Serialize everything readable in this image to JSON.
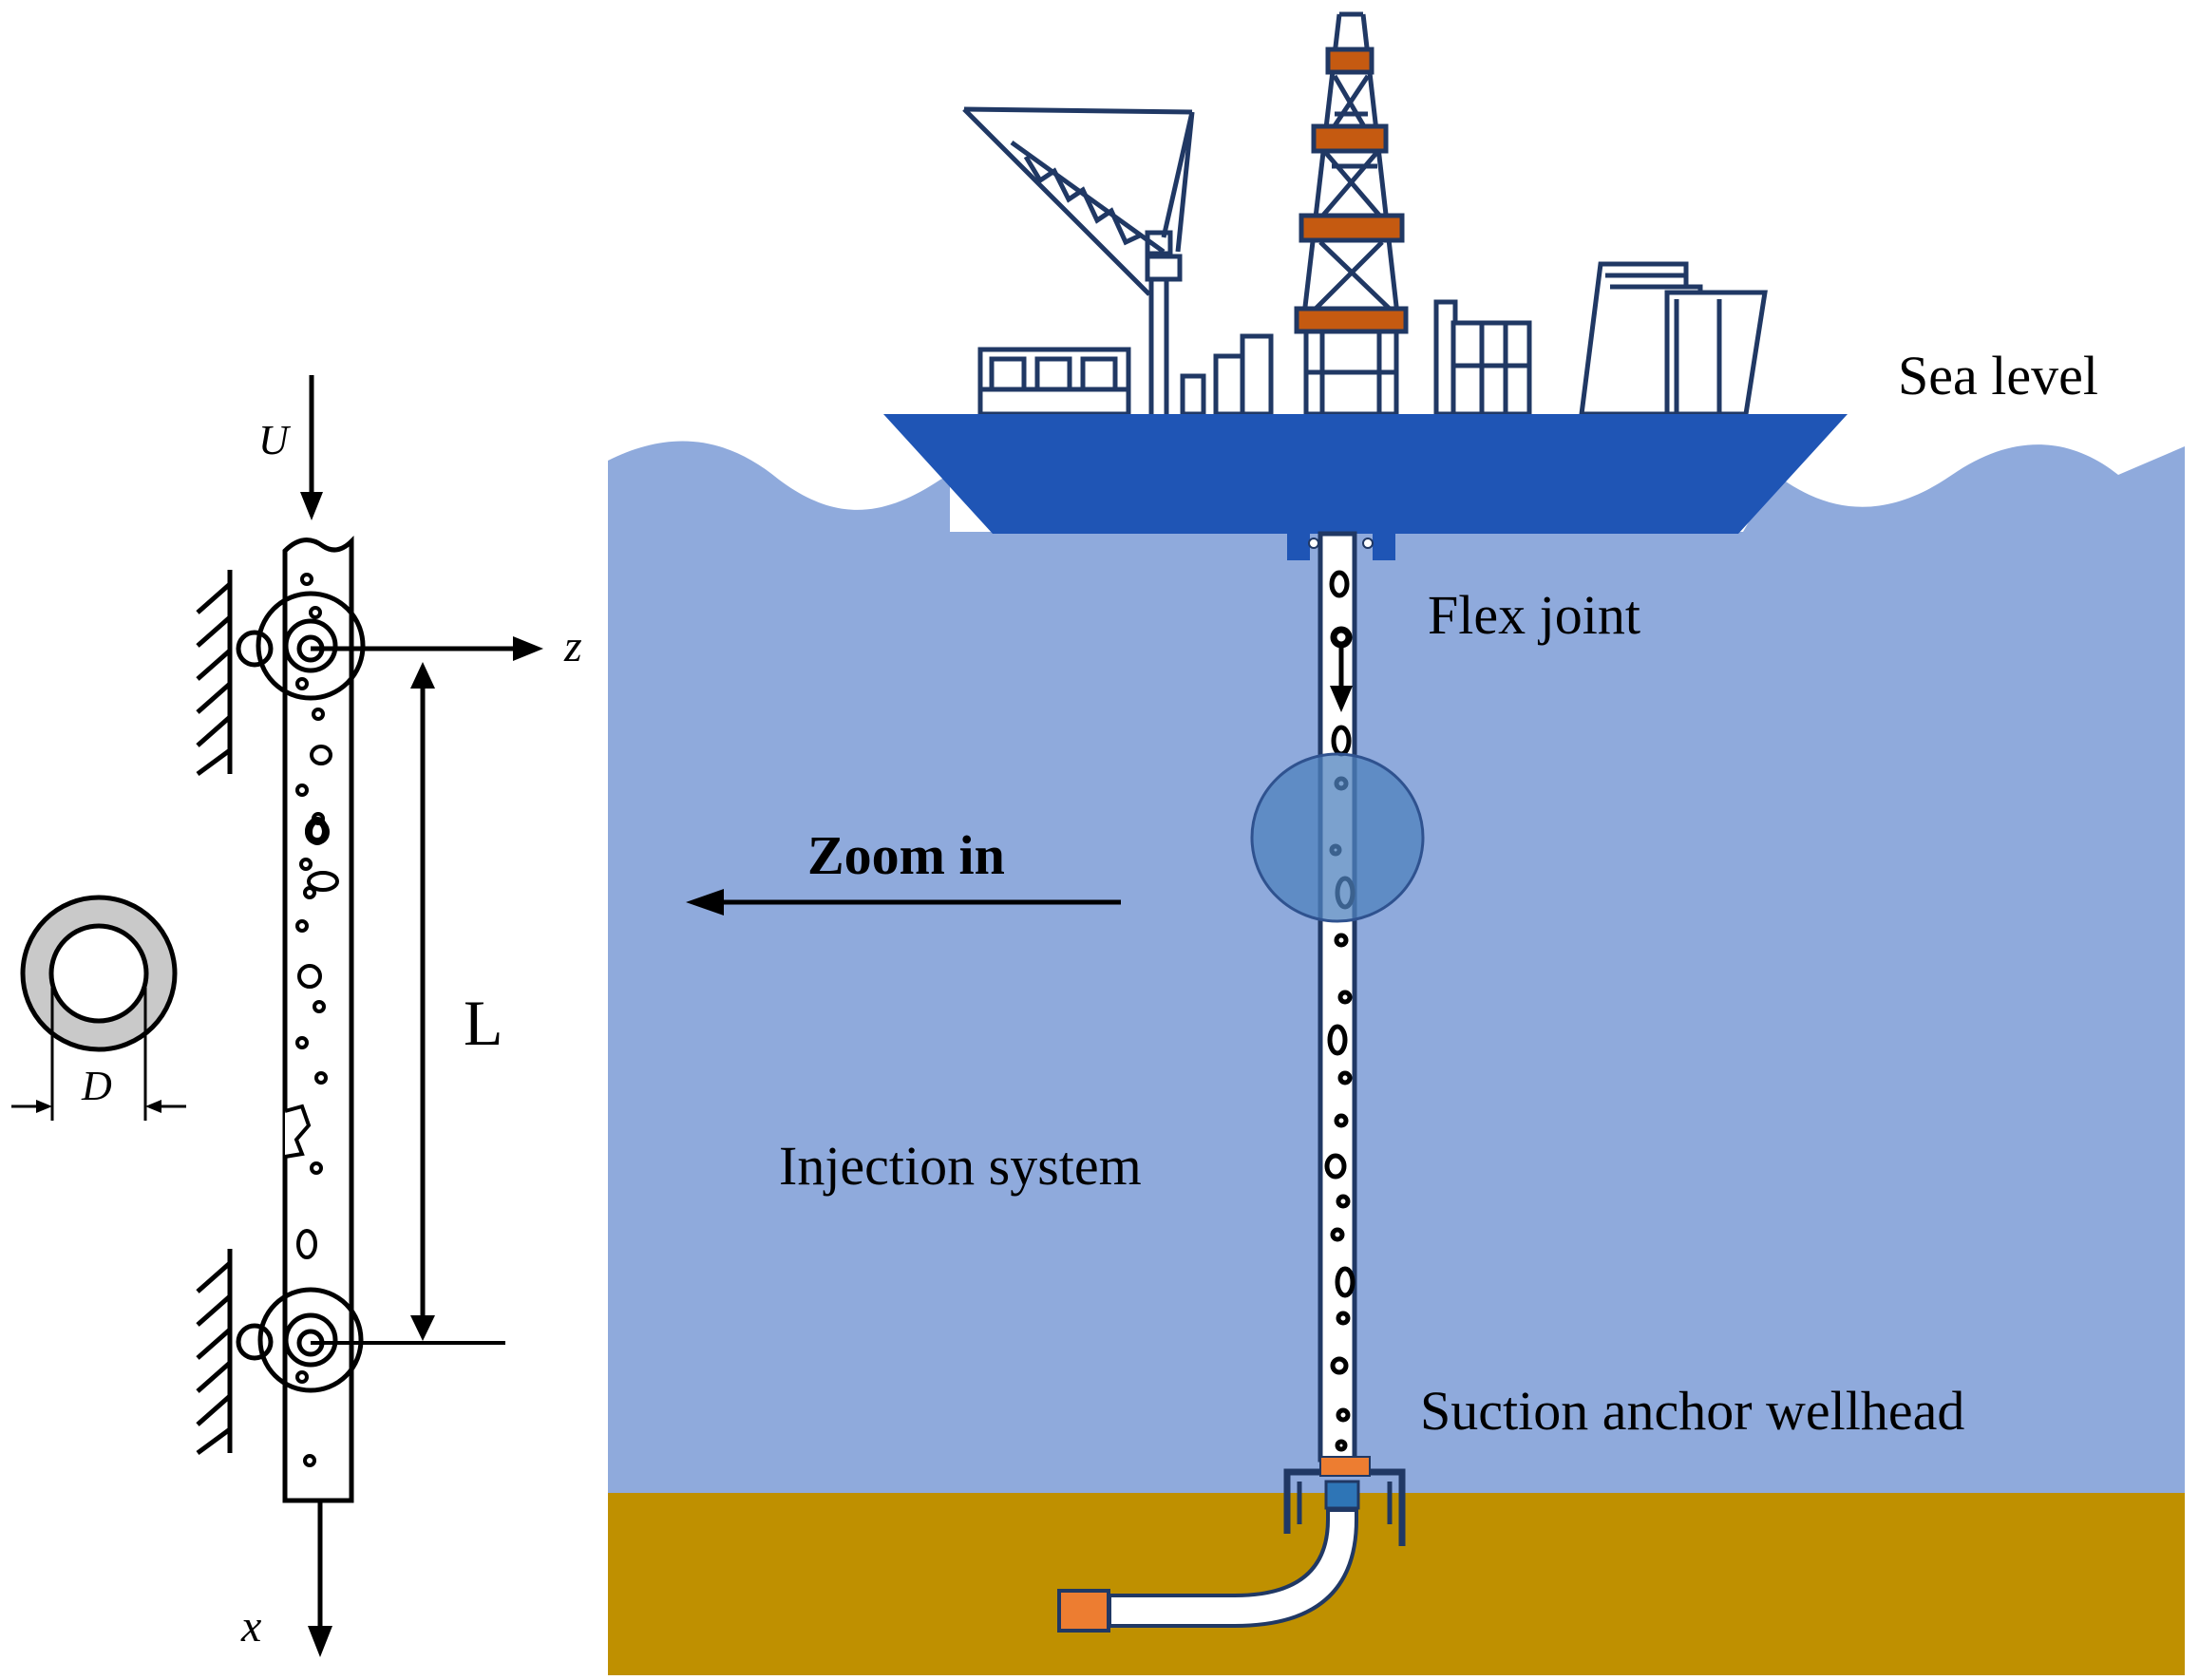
{
  "labels": {
    "sea_level": "Sea level",
    "flex_joint": "Flex joint",
    "zoom_in": "Zoom in",
    "injection_system": "Injection system",
    "suction_anchor_wellhead": "Suction anchor wellhead",
    "length": "L",
    "diameter": "D",
    "velocity": "U",
    "axis_x": "x",
    "axis_z": "z"
  },
  "colors": {
    "sea": "#8faadc",
    "seabed": "#bf9000",
    "hull": "#1f55b5",
    "structure": "#203864",
    "accent_orange": "#c55a11",
    "connector_orange": "#ed7d31",
    "zoom_circle": "#4f81bd",
    "pipe_gray": "#c9c9c9"
  }
}
